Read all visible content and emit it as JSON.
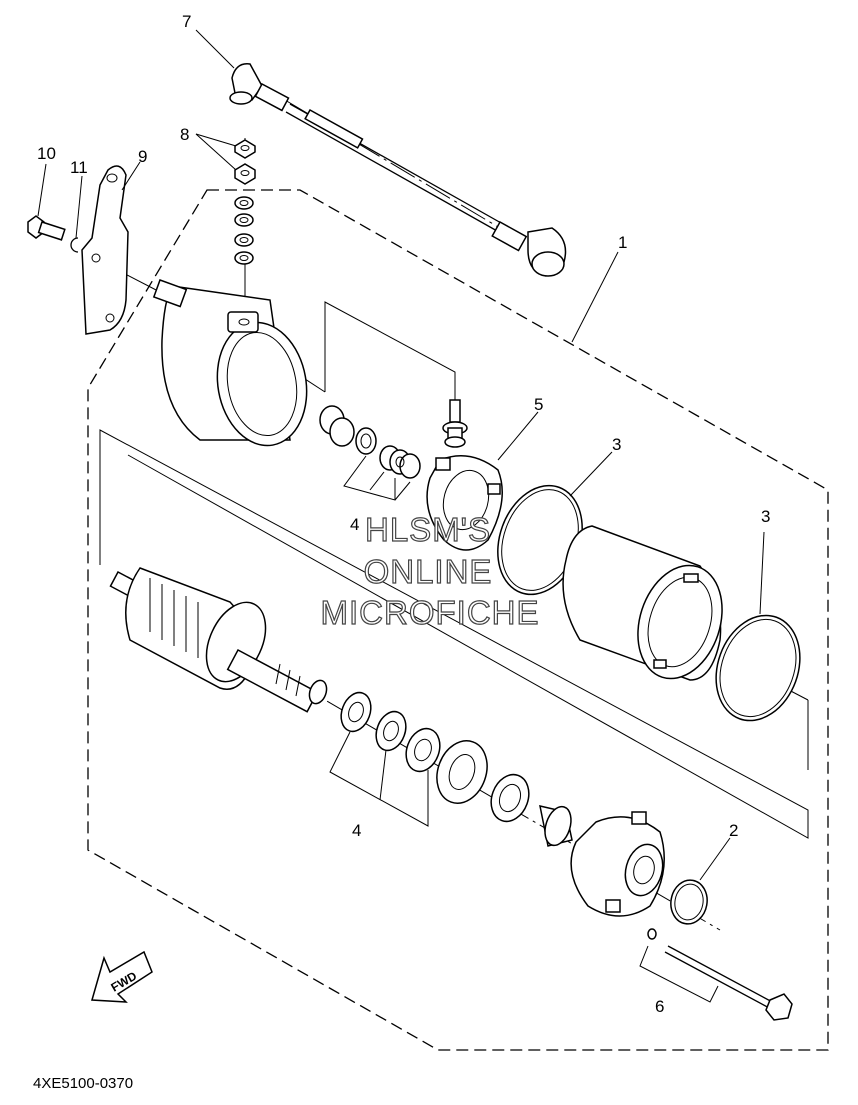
{
  "diagram": {
    "callouts": {
      "c1": "1",
      "c2": "2",
      "c3a": "3",
      "c3b": "3",
      "c4a": "4",
      "c4b": "4",
      "c5": "5",
      "c6": "6",
      "c7": "7",
      "c8": "8",
      "c9": "9",
      "c10": "10",
      "c11": "11"
    },
    "fwd_label": "FWD",
    "diagram_code": "4XE5100-0370",
    "watermark": {
      "line1": "HLSM'S",
      "line2": "ONLINE",
      "line3": "MICROFICHE"
    }
  }
}
